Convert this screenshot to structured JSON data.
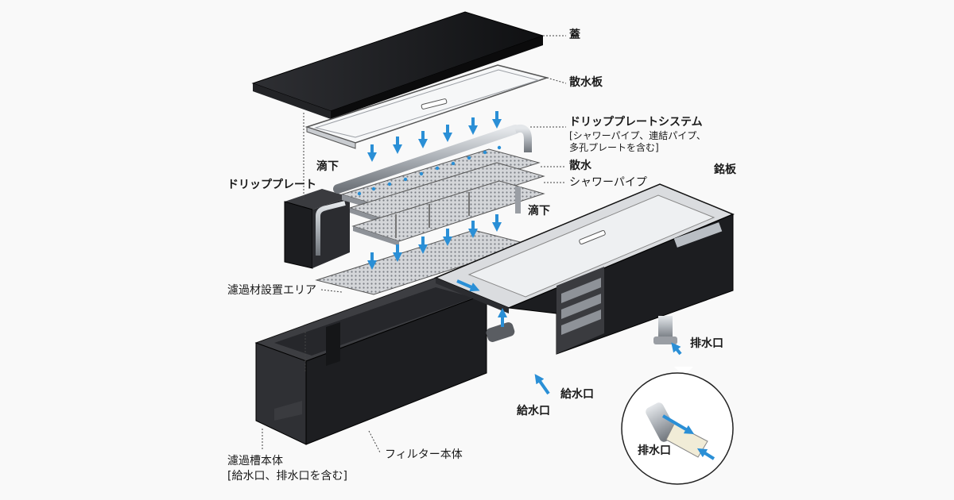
{
  "labels": {
    "lid": "蓋",
    "spray_board": "散水板",
    "drip_system": "ドリッププレートシステム",
    "drip_system_note_1": "[シャワーパイプ、連結パイプ、",
    "drip_system_note_2": "多孔プレートを含む]",
    "drip_left": "滴下",
    "spray": "散水",
    "shower_pipe": "シャワーパイプ",
    "drip_right": "滴下",
    "drip_plate": "ドリッププレート",
    "nameplate": "銘板",
    "media_area": "濾過材設置エリア",
    "drain_port": "排水口",
    "inlet_1": "給水口",
    "inlet_2": "給水口",
    "drain_port_detail": "排水口",
    "tank_body": "濾過槽本体",
    "tank_body_note": "[給水口、排水口を含む]",
    "filter_body": "フィルター本体"
  },
  "colors": {
    "body_dark": "#1c1d20",
    "body_side": "#2b2c30",
    "plate_gray": "#9a9ea4",
    "mesh_gray": "#c7c9cc",
    "flow_blue": "#2a8fd6",
    "pipe_silver": "#b9bec4",
    "leader_line": "#444444"
  }
}
